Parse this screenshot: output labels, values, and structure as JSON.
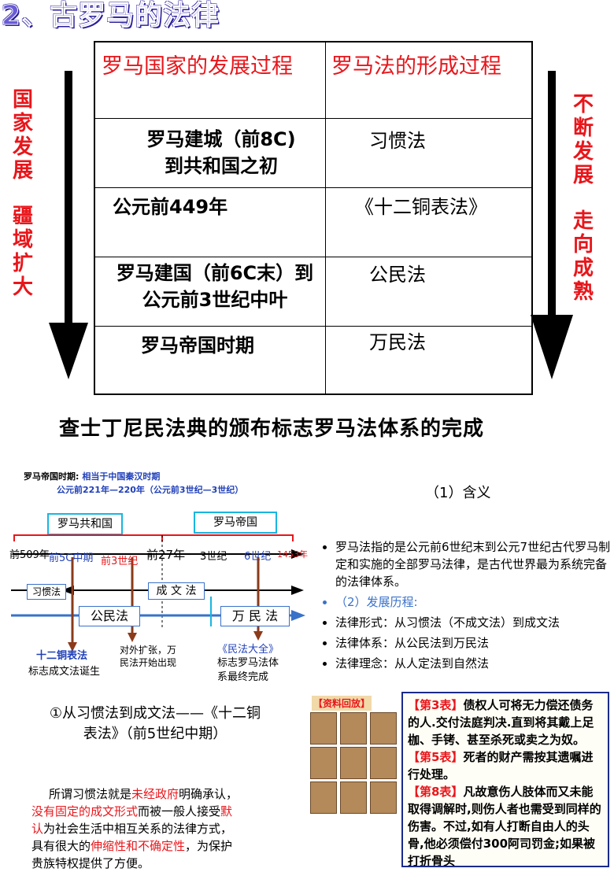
{
  "title": "2、古罗马的法律",
  "table": {
    "headers": [
      "罗马国家的发展过程",
      "罗马法的形成过程"
    ],
    "rows": [
      {
        "left": [
          "罗马建城（前8C)",
          "到共和国之初"
        ],
        "right": "习惯法"
      },
      {
        "left": [
          "公元前449年"
        ],
        "right": "《十二铜表法》"
      },
      {
        "left": [
          "罗马建国（前6C末）到",
          "公元前3世纪中叶"
        ],
        "right": "公民法"
      },
      {
        "left": [
          "罗马帝国时期"
        ],
        "right": "万民法"
      }
    ]
  },
  "side_left": [
    "国",
    "家",
    "发",
    "展",
    "",
    "疆",
    "域",
    "扩",
    "大"
  ],
  "side_right": [
    "不",
    "断",
    "发",
    "展",
    "",
    "走",
    "向",
    "成",
    "熟"
  ],
  "code_banner": "查士丁尼民法典的颁布标志罗马法体系的完成",
  "timeline": {
    "top_line1_label": "罗马帝国时期:",
    "top_line1_value": "相当于中国秦汉时期",
    "top_line2": "公元前221年—220年（公元前3世纪—3世纪）",
    "republic": "罗马共和国",
    "empire": "罗马帝国",
    "ticks": [
      "前509年",
      "前5C中期",
      "前3世纪",
      "前27年",
      "3世纪",
      "6世纪",
      "1453年"
    ],
    "custom_law": "习惯法",
    "written_law": "成 文 法",
    "citizen_law": "公民法",
    "peoples_law": "万 民 法",
    "note1_title": "十二铜表法",
    "note1_sub": "标志成文法诞生",
    "note2": [
      "对外扩张，万",
      "民法开始出现"
    ],
    "note3_title": "《民法大全》",
    "note3_sub": [
      "标志罗马法体",
      "系最终完成"
    ]
  },
  "meaning_heading": "（1）含义",
  "bullets": {
    "b1": "罗马法指的是公元前6世纪末到公元7世纪古代罗马制定和实施的全部罗马法律，是古代世界最为系统完备的法律体系。",
    "b2": "（2）发展历程:",
    "b3": "法律形式：从习惯法（不成文法）到成文法",
    "b4": "法律体系：从公民法到万民法",
    "b5": "法律理念：从人定法到自然法"
  },
  "section1_title": [
    "①从习惯法到成文法——《十二铜",
    "表法》（前5世纪中期）"
  ],
  "para": {
    "p1a": "所谓习惯法就是",
    "p1b": "未经政府",
    "p1c": "明确承认，",
    "p2a": "没有固定的成文形式",
    "p2b": "而被一般人接受",
    "p2c": "默",
    "p3a": "认",
    "p3b": "为社会生活中相互关系的法律方式，",
    "p4a": "具有很大的",
    "p4b": "伸缩性和不确定性",
    "p4c": "，为保护",
    "p5": "贵族特权提供了方便。"
  },
  "source_label": "【资料回放】",
  "source": {
    "t3_tag": "【第3表】",
    "t3": "债权人可将无力偿还债务的人.交付法庭判决.直到将其戴上足枷、手铐、甚至杀死或卖之为奴。",
    "t5_tag": "【第5表】",
    "t5": "死者的财产需按其遗嘱进行处理。",
    "t8_tag": "【第8表】",
    "t8": "凡故意伤人肢体而又未能取得调解时,则伤人者也需受到同样的伤害。不过,如有人打断自由人的头骨,他必须偿付300阿司罚金;如果被打折骨头"
  },
  "colors": {
    "red": "#e8161b",
    "blue": "#1f3fb8",
    "cyan": "#18b6e0",
    "arrow_brown": "#8b3a1a"
  }
}
